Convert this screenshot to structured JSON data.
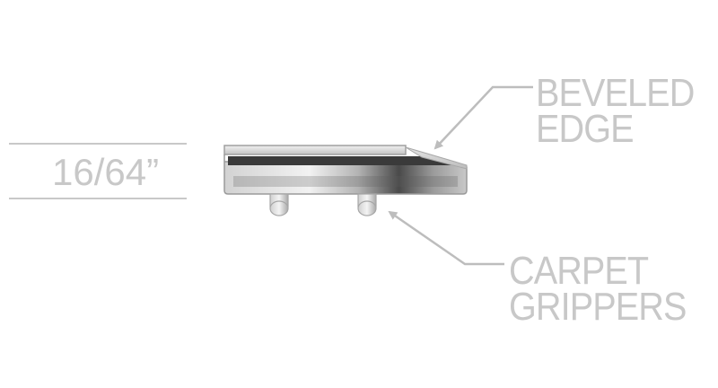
{
  "thickness_label": "16/64”",
  "callouts": {
    "beveled_edge": [
      "BEVELED",
      "EDGE"
    ],
    "carpet_grippers": [
      "CARPET",
      "GRIPPERS"
    ]
  },
  "colors": {
    "label_text": "#c8c8c8",
    "leader_line": "#bdbdbd",
    "strip_dark": "#3a3a3a",
    "strip_light": "#e6e6e6"
  }
}
